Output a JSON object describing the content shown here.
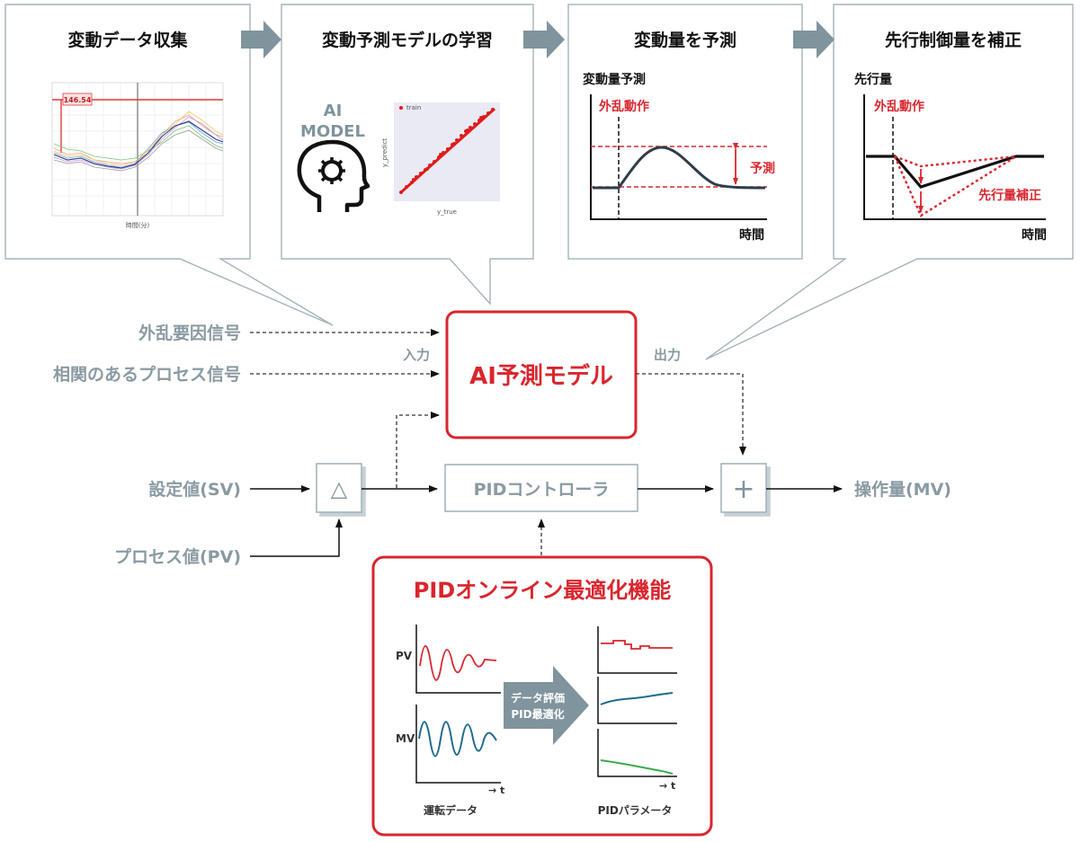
{
  "panels": {
    "collect": {
      "title": "変動データ収集",
      "chart_value": "146.54",
      "xaxis": "時間(分)"
    },
    "learn": {
      "title": "変動予測モデルの学習",
      "ai_line1": "AI",
      "ai_line2": "MODEL",
      "legend": "train",
      "xaxis": "y_true",
      "yaxis": "y_predict"
    },
    "predict": {
      "title": "変動量を予測",
      "ylabel": "変動量予測",
      "disturbance": "外乱動作",
      "prediction": "予測",
      "xlabel": "時間"
    },
    "correct": {
      "title": "先行制御量を補正",
      "ylabel": "先行量",
      "disturbance": "外乱動作",
      "correction": "先行量補正",
      "xlabel": "時間"
    }
  },
  "inputs": {
    "disturbance_signal": "外乱要因信号",
    "process_signal": "相関のあるプロセス信号",
    "setpoint": "設定値(SV)",
    "process_value": "プロセス値(PV)"
  },
  "ai_model": {
    "label": "AI予測モデル",
    "input": "入力",
    "output": "出力"
  },
  "blocks": {
    "delta": "△",
    "pid": "PIDコントローラ",
    "plus": "+",
    "output": "操作量(MV)"
  },
  "optimizer": {
    "title": "PIDオンライン最適化機能",
    "pv": "PV",
    "mv": "MV",
    "time": "→ t",
    "arrow_line1": "データ評価",
    "arrow_line2": "PID最適化",
    "left_caption": "運転データ",
    "right_caption": "PIDパラメータ"
  },
  "colors": {
    "accent": "#d9262e",
    "arrow_gray": "#7f949c",
    "label_gray": "#8a9aa2",
    "line_blue": "#1f6b8f",
    "line_green": "#3aa94a"
  }
}
